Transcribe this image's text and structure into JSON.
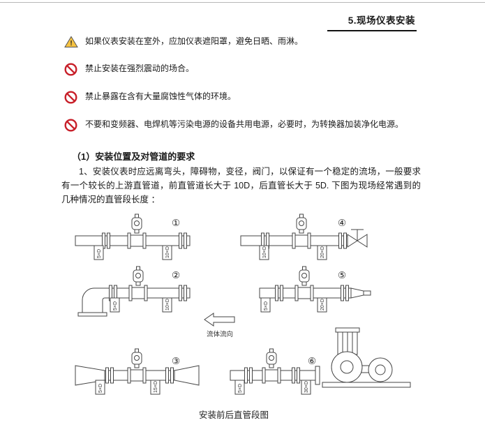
{
  "header": {
    "title": "5.现场仪表安装"
  },
  "warnings": [
    {
      "icon": "warning-triangle",
      "text": "如果仪表安装在室外，应加仪表遮阳罩，避免日晒、雨淋。"
    },
    {
      "icon": "prohibition",
      "text": "禁止安装在强烈震动的场合。"
    },
    {
      "icon": "prohibition",
      "text": "禁止暴露在含有大量腐蚀性气体的环境。"
    },
    {
      "icon": "prohibition",
      "text": "不要和变频器、电焊机等污染电源的设备共用电源，必要时，为转换器加装净化电源。"
    }
  ],
  "section": {
    "heading": "（1）安装位置及对管道的要求",
    "paragraph": "1、安装仪表时应远离弯头，障碍物，变径，阀门，以保证有一个稳定的流场，一般要求有一个较长的上游直管道，前直管道长大于 10D，后直管长大于 5D. 下图为现场经常遇到的几种情况的直管段长度 ："
  },
  "diagrams": {
    "flow_label": "流体流向",
    "caption": "安装前后直管段图",
    "items": [
      {
        "number": "①",
        "left_label": "5×D",
        "right_label": "10×D",
        "type": "straight-pipe"
      },
      {
        "number": "②",
        "left_label": "5×D",
        "right_label": "10×D",
        "type": "elbow-upstream"
      },
      {
        "number": "③",
        "left_label": "5×D",
        "right_label": "15×D",
        "type": "reduced-bore-section"
      },
      {
        "number": "④",
        "left_label": "10×D",
        "right_label": "20×D",
        "type": "valve-upstream"
      },
      {
        "number": "⑤",
        "left_label": "5×D",
        "right_label": "20×D",
        "type": "reducer-upstream"
      },
      {
        "number": "⑥",
        "left_label": "5×D",
        "right_label": "30×D",
        "type": "pump-upstream"
      }
    ]
  }
}
